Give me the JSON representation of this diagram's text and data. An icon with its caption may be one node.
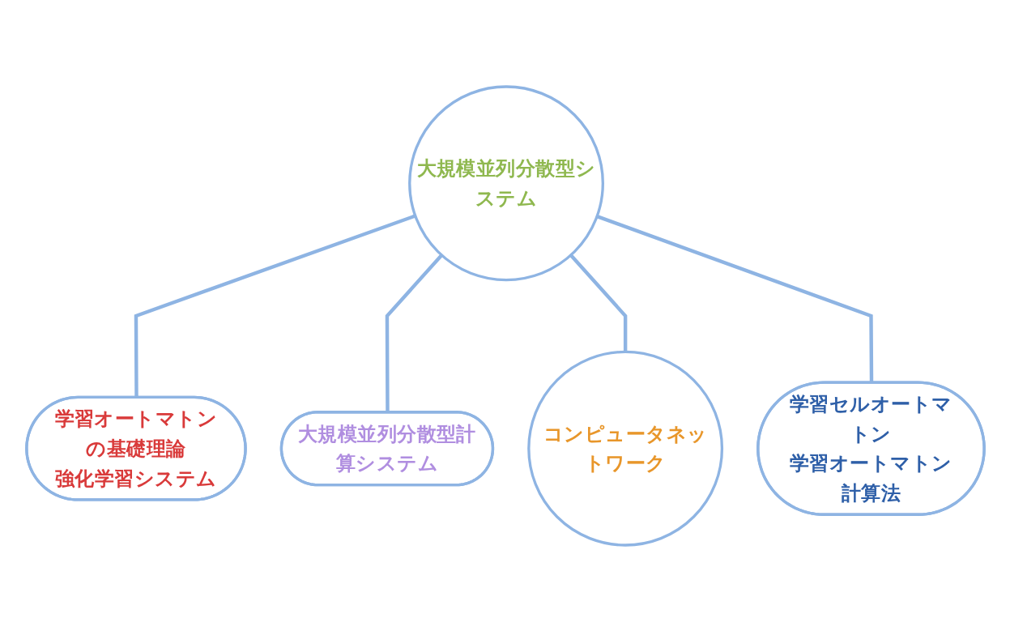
{
  "diagram": {
    "nodes": [
      {
        "text": [
          "大規模並列分散型システム"
        ]
      },
      {
        "text": [
          "学習オートマトンの基礎理論",
          "強化学習システム"
        ]
      },
      {
        "text": [
          "大規模並列分散型計算システム"
        ]
      },
      {
        "text": [
          "コンピュータネットワーク"
        ]
      },
      {
        "text": [
          "学習セルオートマトン",
          "学習オートマトン計算法"
        ]
      }
    ],
    "edges": [
      {
        "from": 0,
        "to": 1,
        "arrow": "none"
      },
      {
        "from": 0,
        "to": 2,
        "arrow": "none"
      },
      {
        "from": 0,
        "to": 3,
        "arrow": "none"
      },
      {
        "from": 0,
        "to": 4,
        "arrow": "none"
      }
    ]
  }
}
